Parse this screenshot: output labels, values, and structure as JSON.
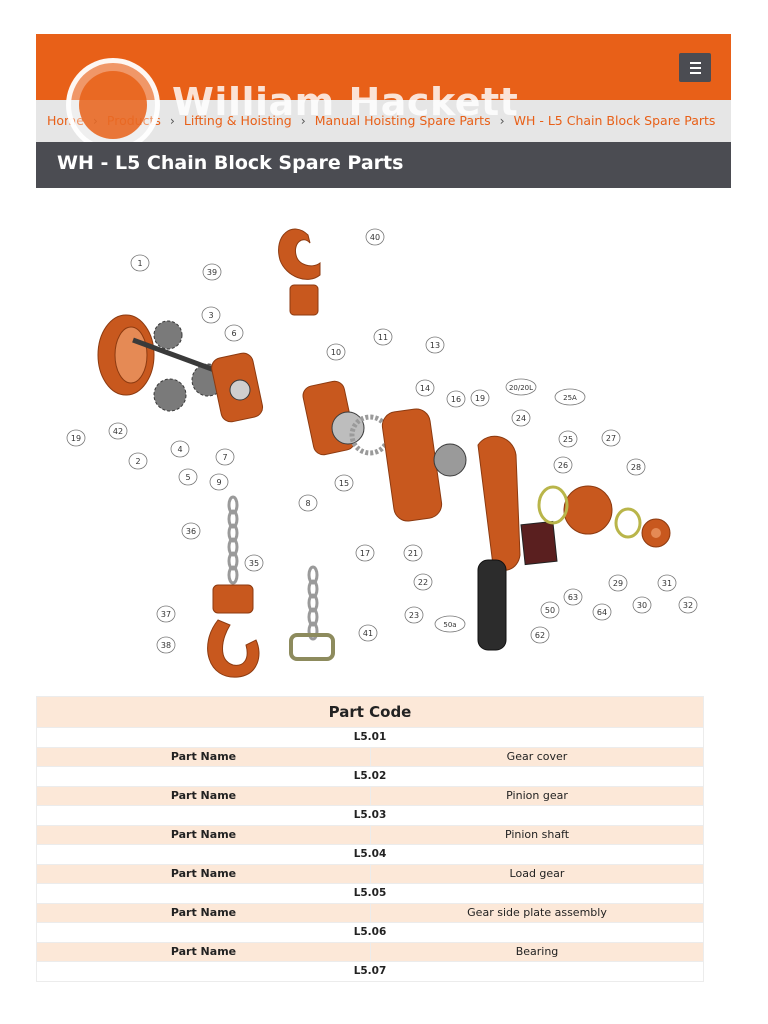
{
  "brand": {
    "name": "William Hackett",
    "accent": "#e86018",
    "dark": "#4b4c52"
  },
  "breadcrumbs": [
    "Home",
    "Products",
    "Lifting & Hoisting",
    "Manual Hoisting Spare Parts",
    "WH - L5 Chain Block Spare Parts"
  ],
  "breadcrumb_separator": "›",
  "menu": {
    "icon": "hamburger-icon"
  },
  "page_title": "WH - L5 Chain Block Spare Parts",
  "diagram_labels": [
    "1",
    "2",
    "3",
    "4",
    "5",
    "6",
    "7",
    "8",
    "9",
    "10",
    "11",
    "13",
    "14",
    "15",
    "16",
    "17",
    "19",
    "19",
    "20/20L",
    "21",
    "22",
    "23",
    "24",
    "25",
    "25A",
    "26",
    "27",
    "28",
    "29",
    "30",
    "31",
    "32",
    "35",
    "36",
    "37",
    "38",
    "39",
    "40",
    "41",
    "42",
    "50",
    "50a",
    "62",
    "63",
    "64"
  ],
  "table": {
    "header": "Part Code",
    "name_label": "Part Name",
    "rows": [
      {
        "code": "L5.01",
        "name": "Gear cover"
      },
      {
        "code": "L5.02",
        "name": "Pinion gear"
      },
      {
        "code": "L5.03",
        "name": "Pinion shaft"
      },
      {
        "code": "L5.04",
        "name": "Load gear"
      },
      {
        "code": "L5.05",
        "name": "Gear side plate assembly"
      },
      {
        "code": "L5.06",
        "name": "Bearing"
      },
      {
        "code": "L5.07"
      }
    ]
  }
}
